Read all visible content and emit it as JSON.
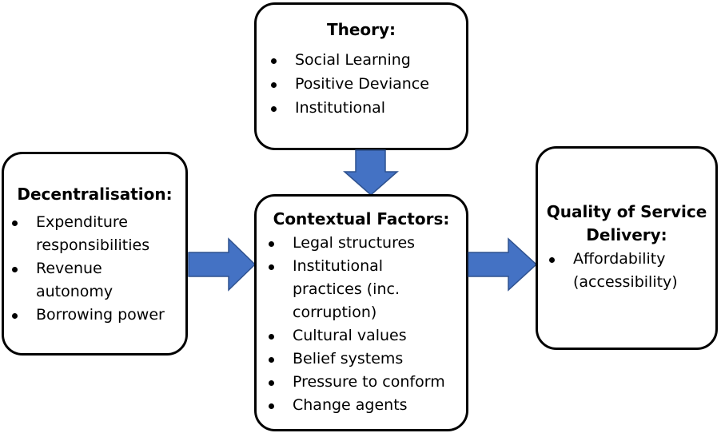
{
  "theory": {
    "title": "Theory:",
    "items": [
      "Social Learning",
      "Positive Deviance",
      "Institutional"
    ]
  },
  "decentralisation": {
    "title": "Decentralisation:",
    "items": [
      [
        "Expenditure",
        "responsibilities"
      ],
      [
        "Revenue",
        "autonomy"
      ],
      [
        "Borrowing power"
      ]
    ]
  },
  "contextual": {
    "title": "Contextual Factors:",
    "items": [
      [
        "Legal structures"
      ],
      [
        "Institutional",
        "practices (inc.",
        "corruption)"
      ],
      [
        "Cultural values"
      ],
      [
        "Belief systems"
      ],
      [
        "Pressure to conform"
      ],
      [
        "Change agents"
      ]
    ]
  },
  "quality": {
    "title_line1": "Quality of Service",
    "title_line2": "Delivery:",
    "items": [
      [
        "Affordability",
        "(accessibility)"
      ]
    ]
  },
  "colors": {
    "arrow_fill": "#4472C4",
    "border": "#000000"
  }
}
